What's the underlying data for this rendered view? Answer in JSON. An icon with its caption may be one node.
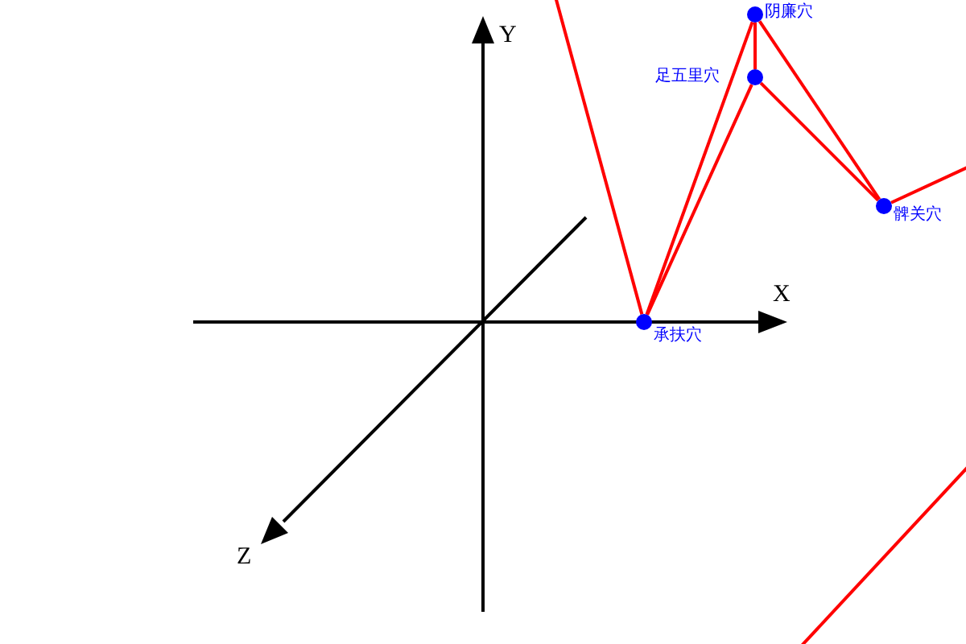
{
  "diagram": {
    "nodes": [
      {
        "text": [],
        "shape": "circle",
        "beside": [
          "阴廉穴"
        ]
      },
      {
        "text": [],
        "shape": "circle",
        "beside": [
          "足五里穴"
        ]
      },
      {
        "text": [],
        "shape": "circle",
        "beside": [
          "髀关穴"
        ]
      },
      {
        "text": [],
        "shape": "circle",
        "beside": [
          "承扶穴"
        ]
      }
    ],
    "edges": [
      {
        "from": null,
        "to": 3,
        "arrow": "none"
      },
      {
        "from": 3,
        "to": 0,
        "arrow": "none"
      },
      {
        "from": 3,
        "to": 1,
        "arrow": "none"
      },
      {
        "from": 0,
        "to": 1,
        "arrow": "none"
      },
      {
        "from": 0,
        "to": 2,
        "arrow": "none"
      },
      {
        "from": 1,
        "to": 2,
        "arrow": "none"
      },
      {
        "from": 2,
        "to": null,
        "arrow": "none"
      }
    ],
    "labels": [
      "Y",
      "X",
      "Z"
    ]
  }
}
